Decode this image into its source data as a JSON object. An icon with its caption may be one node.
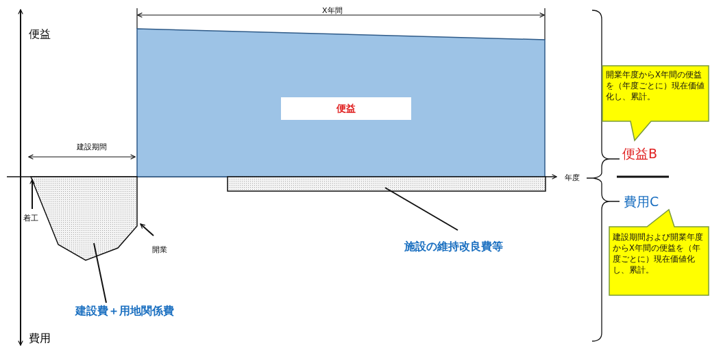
{
  "diagram": {
    "nodes": [
      {
        "text": [
          "便益"
        ]
      },
      {
        "text": [],
        "shape": "area"
      },
      {
        "text": [
          "建設費＋用地関係費"
        ]
      },
      {
        "text": [],
        "shape": "bar"
      },
      {
        "text": [
          "施設の維持改良費等"
        ]
      },
      {
        "text": [
          "着工"
        ]
      },
      {
        "text": [
          "開業"
        ]
      },
      {
        "text": [
          "開業年度からX年間の便益を（年度ごとに）現在価値化し、累計。"
        ]
      },
      {
        "text": [
          "便益B"
        ]
      },
      {
        "text": [
          "費用C"
        ]
      },
      {
        "text": [
          "建設期間および開業年度からX年間の便益を（年度ごとに）現在価値化し、累計。"
        ]
      }
    ],
    "edges": [
      {
        "from": 2,
        "to": 1,
        "arrow": "none"
      },
      {
        "from": 4,
        "to": 3,
        "arrow": "none"
      },
      {
        "from": 5,
        "to": 1,
        "arrow": "to"
      },
      {
        "from": 6,
        "to": 1,
        "arrow": "to"
      }
    ],
    "labels": [
      "X年間",
      "便益",
      "建設期間",
      "年度",
      "費用"
    ]
  }
}
